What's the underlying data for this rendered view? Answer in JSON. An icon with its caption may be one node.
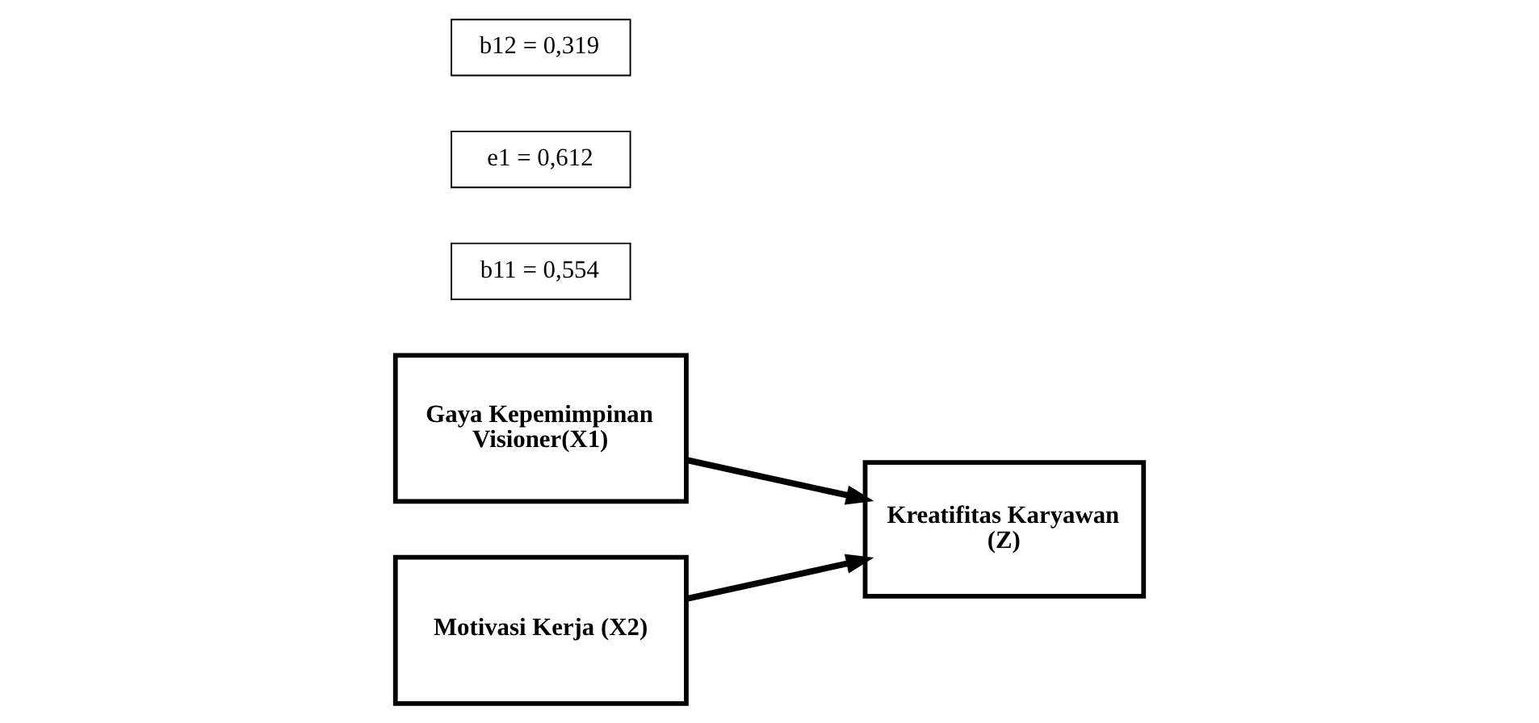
{
  "diagram": {
    "nodes": [
      {
        "text": [
          "Gaya Kepemimpinan Visioner(X1)"
        ]
      },
      {
        "text": [
          "b11 = 0,554"
        ]
      },
      {
        "text": [
          "e1 = 0,612"
        ]
      },
      {
        "text": [
          "Kreatifitas Karyawan (Z)"
        ]
      },
      {
        "text": [
          "Motivasi Kerja (X2)"
        ]
      },
      {
        "text": [
          "b12 = 0,319"
        ]
      }
    ],
    "edges": [
      {
        "from": 0,
        "to": 3,
        "arrow": "to"
      },
      {
        "from": 4,
        "to": 3,
        "arrow": "to"
      }
    ]
  }
}
